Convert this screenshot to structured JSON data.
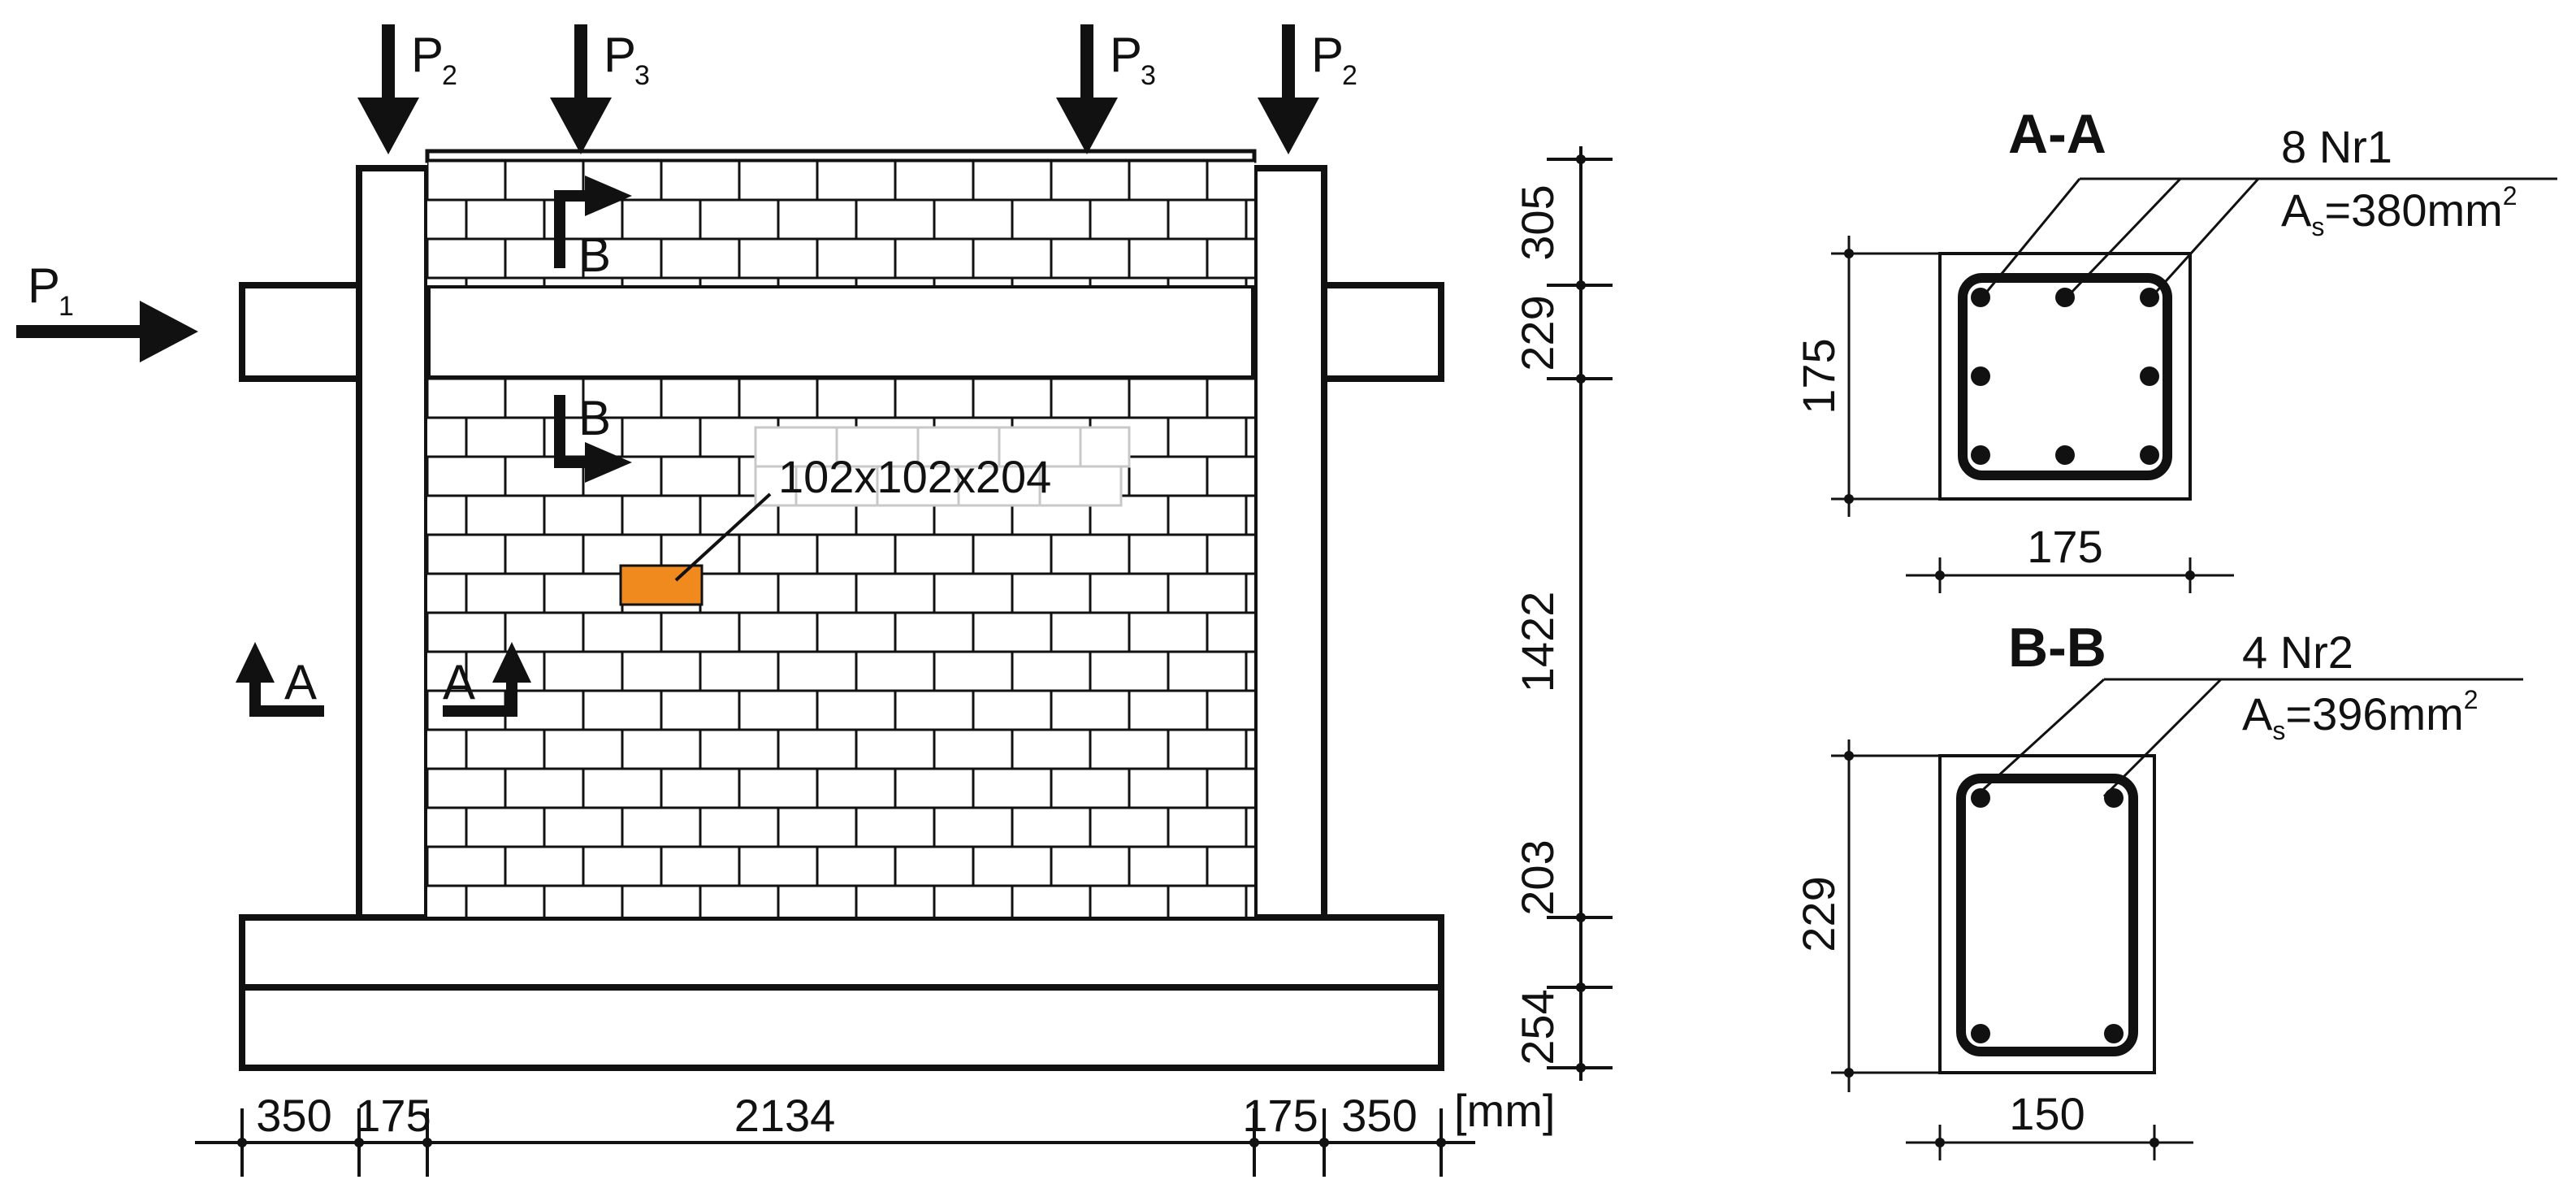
{
  "loads": {
    "p2": {
      "letter": "P",
      "sub": "2"
    },
    "p3": {
      "letter": "P",
      "sub": "3"
    },
    "p1": {
      "letter": "P",
      "sub": "1"
    }
  },
  "section_marks": {
    "a": "A",
    "b": "B"
  },
  "brick_label": "102x102x204",
  "vertical_dims": {
    "upper_wall": "305",
    "beam": "229",
    "wall": "1422",
    "lower": "203",
    "base": "254"
  },
  "horizontal_dims": {
    "left_stub": "350",
    "left_column": "175",
    "span": "2134",
    "right_column": "175",
    "right_stub": "350",
    "unit": "[mm]"
  },
  "section_aa": {
    "title": "A-A",
    "rebar": "8 Nr1",
    "area_prefix": "A",
    "area_sub": "s",
    "area_value": "=380mm",
    "area_sup": "2",
    "height": "175",
    "width": "175"
  },
  "section_bb": {
    "title": "B-B",
    "rebar": "4 Nr2",
    "area_prefix": "A",
    "area_sub": "s",
    "area_value": "=396mm",
    "area_sup": "2",
    "height": "229",
    "width": "150"
  },
  "colors": {
    "line": "#111111",
    "highlight_brick": "#f08a1e",
    "ghost_brick": "#c8c8c8",
    "background": "#ffffff"
  },
  "icons": [
    "load-arrow-icon",
    "section-cut-arrow-icon",
    "rebar-dot-icon"
  ]
}
